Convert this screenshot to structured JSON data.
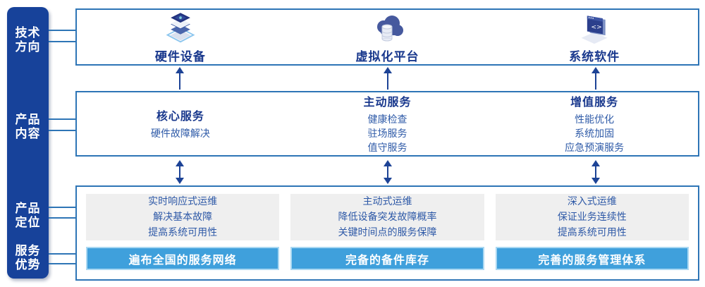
{
  "palette": {
    "sidebar_navy": "#17429A",
    "box_border_blue": "#2E75B6",
    "title_navy": "#19388D",
    "item_blue": "#2F5BA8",
    "panel_gray": "#EFEFEF",
    "banner_blue": "#3FA0DC",
    "banner_border": "#ABD8F2",
    "arrow_navy": "#1D4396"
  },
  "sidebar": {
    "items": [
      {
        "label": "技术\n方向"
      },
      {
        "label": "产品\n内容"
      },
      {
        "label": "产品\n定位"
      },
      {
        "label": "服务\n优势"
      }
    ]
  },
  "top_row": {
    "items": [
      {
        "icon": "server-stack-icon",
        "label": "硬件设备"
      },
      {
        "icon": "cloud-platform-icon",
        "label": "虚拟化平台"
      },
      {
        "icon": "code-window-icon",
        "label": "系统软件"
      }
    ]
  },
  "middle_row": {
    "columns": [
      {
        "title": "核心服务",
        "items": [
          "硬件故障解决"
        ]
      },
      {
        "title": "主动服务",
        "items": [
          "健康检查",
          "驻场服务",
          "值守服务"
        ]
      },
      {
        "title": "增值服务",
        "items": [
          "性能优化",
          "系统加固",
          "应急预演服务"
        ]
      }
    ]
  },
  "bottom_row": {
    "columns": [
      {
        "lines": [
          "实时响应式运维",
          "解决基本故障",
          "提高系统可用性"
        ],
        "banner": "遍布全国的服务网络"
      },
      {
        "lines": [
          "主动式运维",
          "降低设备突发故障概率",
          "关键时间点的服务保障"
        ],
        "banner": "完备的备件库存"
      },
      {
        "lines": [
          "深入式运维",
          "保证业务连续性",
          "提高系统可用性"
        ],
        "banner": "完善的服务管理体系"
      }
    ]
  }
}
